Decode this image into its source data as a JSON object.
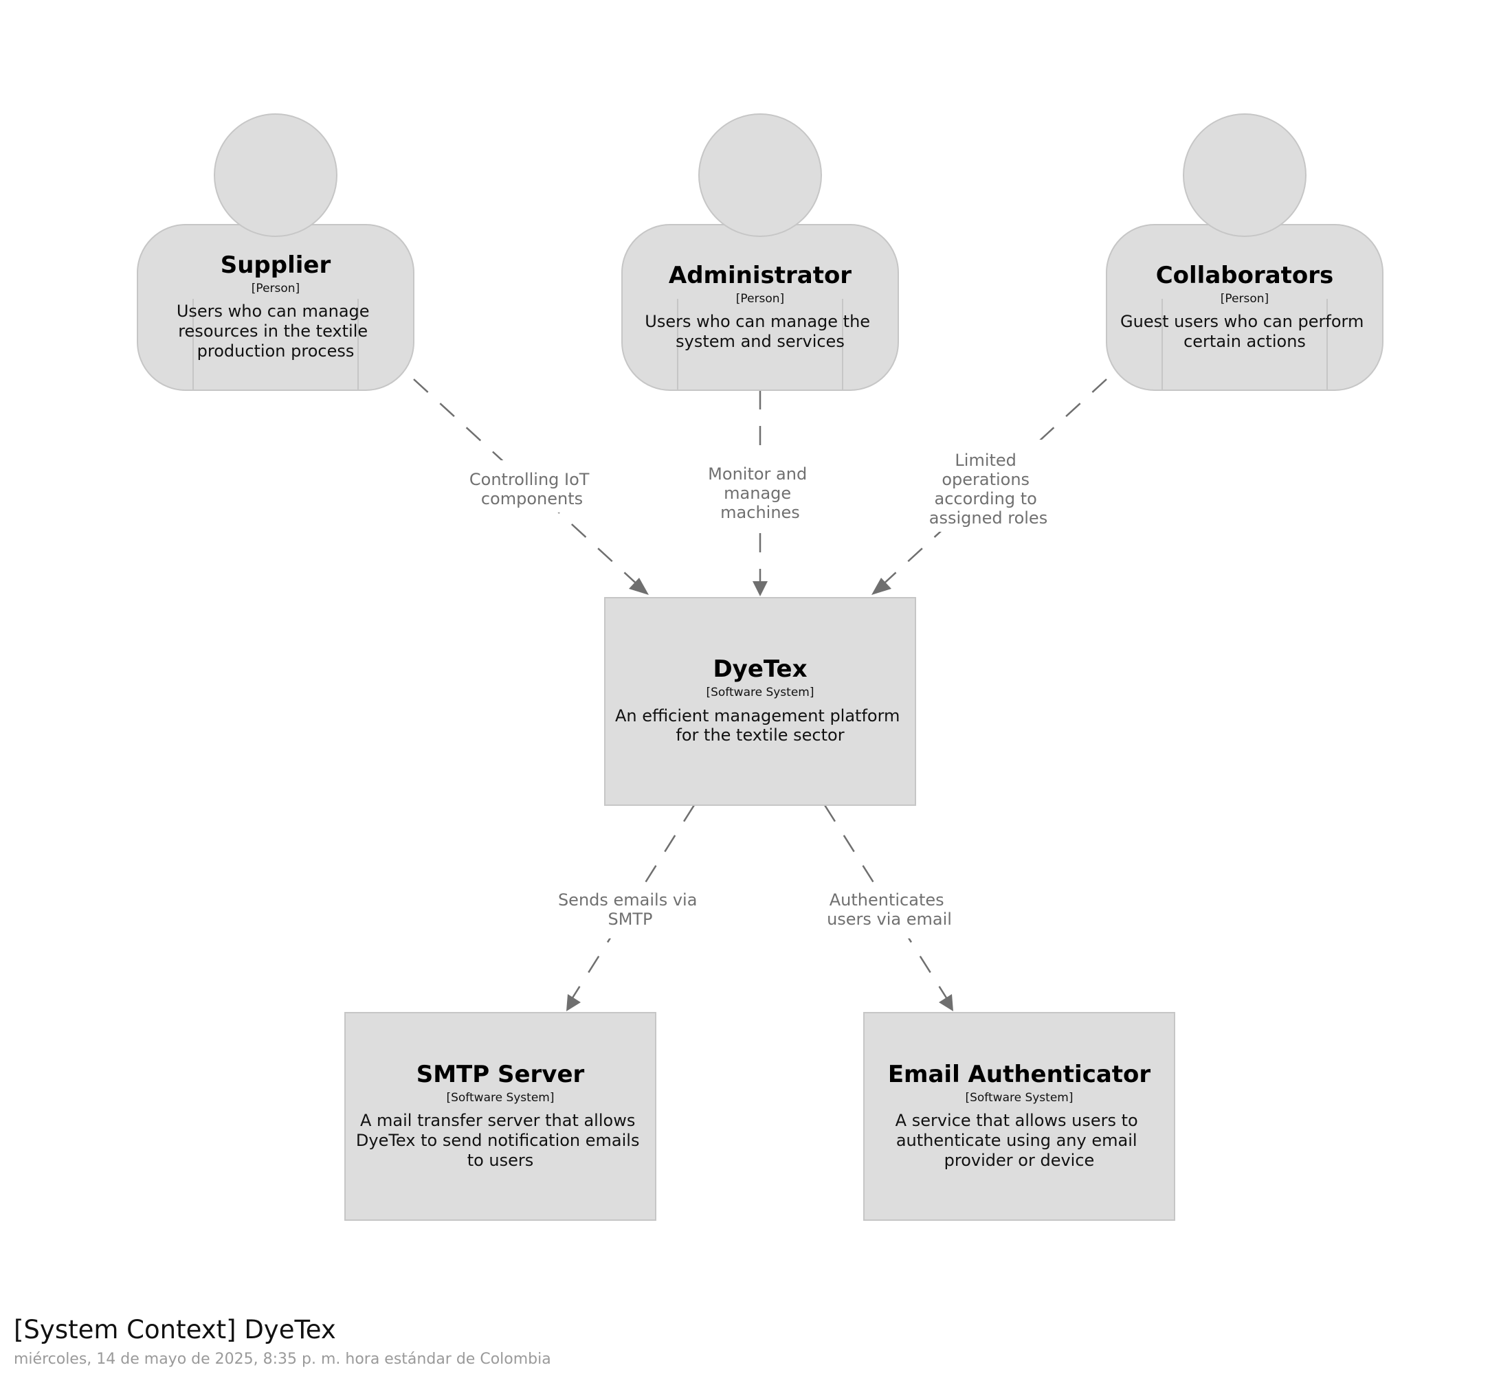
{
  "people": [
    {
      "id": "supplier",
      "name": "Supplier",
      "type": "[Person]",
      "description": [
        "Users who can manage",
        "resources in the textile",
        "production process"
      ]
    },
    {
      "id": "administrator",
      "name": "Administrator",
      "type": "[Person]",
      "description": [
        "Users who can manage the",
        "system and services"
      ]
    },
    {
      "id": "collaborators",
      "name": "Collaborators",
      "type": "[Person]",
      "description": [
        "Guest users who can perform",
        "certain actions"
      ]
    }
  ],
  "systems": [
    {
      "id": "dyetex",
      "name": "DyeTex",
      "type": "[Software System]",
      "description": [
        "An efficient management platform",
        "for the textile sector"
      ]
    },
    {
      "id": "smtp",
      "name": "SMTP Server",
      "type": "[Software System]",
      "description": [
        "A mail transfer server that allows",
        "DyeTex to send notification emails",
        "to users"
      ]
    },
    {
      "id": "email-auth",
      "name": "Email Authenticator",
      "type": "[Software System]",
      "description": [
        "A service that allows users to",
        "authenticate using any email",
        "provider or device"
      ]
    }
  ],
  "relationships": [
    {
      "from": "supplier",
      "to": "dyetex",
      "label": [
        "Controlling IoT",
        "components"
      ]
    },
    {
      "from": "administrator",
      "to": "dyetex",
      "label": [
        "Monitor and",
        "manage",
        "machines"
      ]
    },
    {
      "from": "collaborators",
      "to": "dyetex",
      "label": [
        "Limited",
        "operations",
        "according to",
        "assigned roles"
      ]
    },
    {
      "from": "dyetex",
      "to": "smtp",
      "label": [
        "Sends emails via",
        "SMTP"
      ]
    },
    {
      "from": "dyetex",
      "to": "email-auth",
      "label": [
        "Authenticates",
        "users via email"
      ]
    }
  ],
  "footer": {
    "title": "[System Context] DyeTex",
    "date": "miércoles, 14 de mayo de 2025, 8:35 p. m. hora estándar de Colombia"
  },
  "colors": {
    "element_fill": "#dddddd",
    "element_border": "#c6c6c6",
    "relationship": "#6f6f6f",
    "relationship_label": "#707070"
  }
}
